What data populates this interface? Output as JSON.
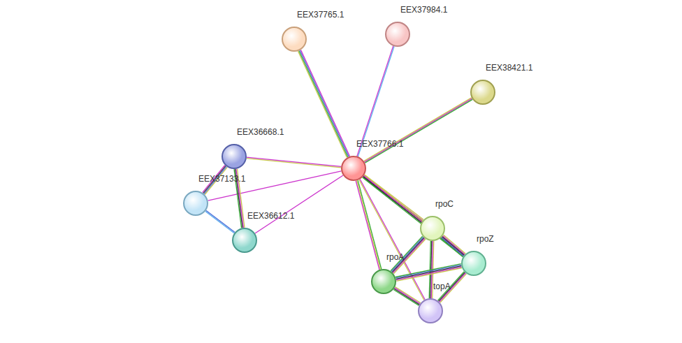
{
  "diagram": {
    "nodes": [
      {
        "text": [
          "EEX37765.1"
        ]
      },
      {
        "text": [
          "EEX37984.1"
        ]
      },
      {
        "text": [
          "EEX38421.1"
        ]
      },
      {
        "text": [
          "EEX36668.1"
        ]
      },
      {
        "text": [
          "EEX37766.1"
        ]
      },
      {
        "text": [
          "EEX37133.1"
        ]
      },
      {
        "text": [
          "EEX36612.1"
        ]
      },
      {
        "text": [
          "rpoC"
        ]
      },
      {
        "text": [
          "rpoZ"
        ]
      },
      {
        "text": [
          "rpoA"
        ]
      },
      {
        "text": [
          "topA"
        ]
      }
    ],
    "edges": [
      {
        "from": 4,
        "to": 0,
        "arrow": "none"
      },
      {
        "from": 4,
        "to": 1,
        "arrow": "none"
      },
      {
        "from": 4,
        "to": 2,
        "arrow": "none"
      },
      {
        "from": 4,
        "to": 3,
        "arrow": "none"
      },
      {
        "from": 4,
        "to": 5,
        "arrow": "none"
      },
      {
        "from": 4,
        "to": 6,
        "arrow": "none"
      },
      {
        "from": 4,
        "to": 7,
        "arrow": "none"
      },
      {
        "from": 4,
        "to": 8,
        "arrow": "none"
      },
      {
        "from": 4,
        "to": 9,
        "arrow": "none"
      },
      {
        "from": 4,
        "to": 10,
        "arrow": "none"
      },
      {
        "from": 3,
        "to": 5,
        "arrow": "none"
      },
      {
        "from": 3,
        "to": 6,
        "arrow": "none"
      },
      {
        "from": 5,
        "to": 6,
        "arrow": "none"
      },
      {
        "from": 7,
        "to": 8,
        "arrow": "none"
      },
      {
        "from": 7,
        "to": 9,
        "arrow": "none"
      },
      {
        "from": 7,
        "to": 10,
        "arrow": "none"
      },
      {
        "from": 8,
        "to": 9,
        "arrow": "none"
      },
      {
        "from": 8,
        "to": 10,
        "arrow": "none"
      },
      {
        "from": 9,
        "to": 10,
        "arrow": "none"
      }
    ]
  }
}
